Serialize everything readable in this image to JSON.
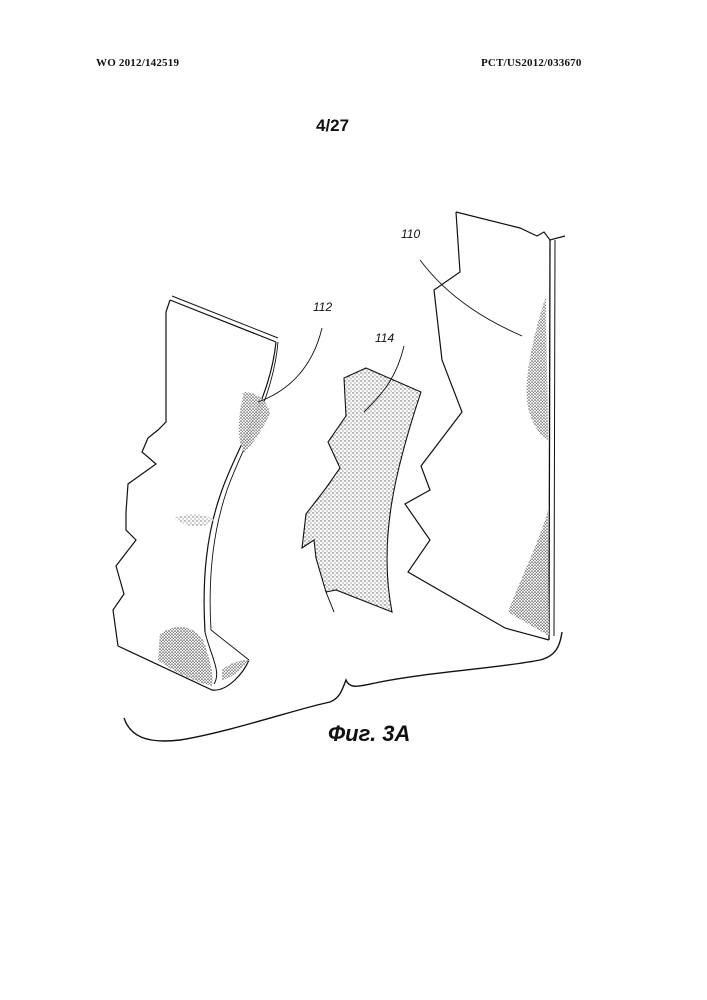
{
  "header": {
    "publication_number": "WO 2012/142519",
    "application_number": "PCT/US2012/033670"
  },
  "sheet_number": "4/27",
  "figure": {
    "caption": "Фиг. 3А",
    "reference_labels": {
      "ref_110": "110",
      "ref_112": "112",
      "ref_114": "114"
    }
  }
}
